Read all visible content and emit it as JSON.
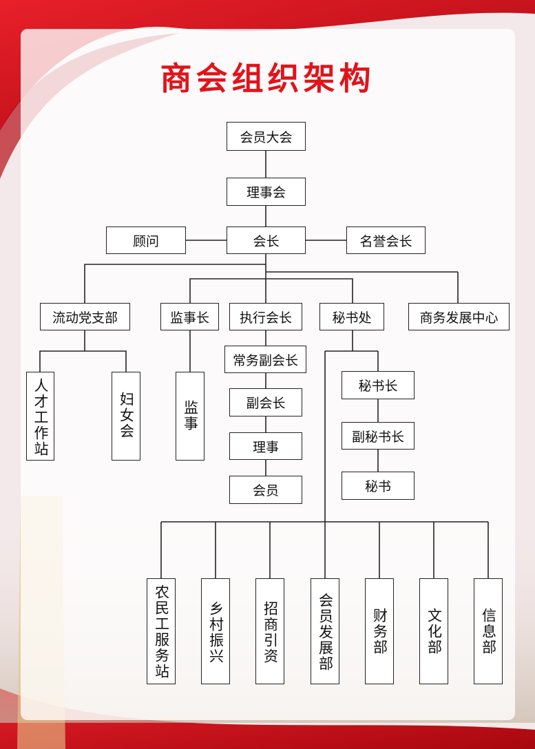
{
  "title": "商会组织架构",
  "colors": {
    "title": "#e0141b",
    "ribbon": "#d2101a",
    "line": "#222222"
  },
  "chart": {
    "top": [
      "会员大会",
      "理事会",
      "会长"
    ],
    "side_left": "顾问",
    "side_right": "名誉会长",
    "level2": [
      "流动党支部",
      "监事长",
      "执行会长",
      "秘书处",
      "商务发展中心"
    ],
    "party_children": [
      "人才工作站",
      "妇女会"
    ],
    "supervisor_child": "监事",
    "exec_chain": [
      "常务副会长",
      "副会长",
      "理事",
      "会员"
    ],
    "secretariat_chain": [
      "秘书长",
      "副秘书长",
      "秘书"
    ],
    "departments": [
      "农民工服务站",
      "乡村振兴",
      "招商引资",
      "会员发展部",
      "财务部",
      "文化部",
      "信息部"
    ]
  }
}
